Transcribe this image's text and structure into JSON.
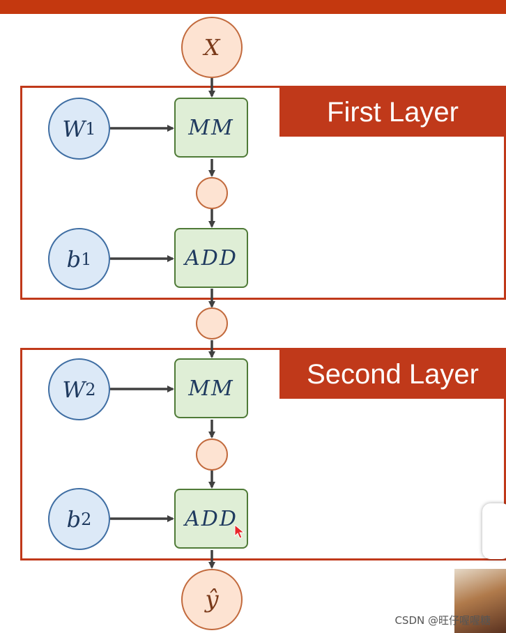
{
  "nodes": {
    "x": {
      "label": "X"
    },
    "w1": {
      "label": "W",
      "sub": "1"
    },
    "b1": {
      "label": "b",
      "sub": "1"
    },
    "w2": {
      "label": "W",
      "sub": "2"
    },
    "b2": {
      "label": "b",
      "sub": "2"
    },
    "yhat": {
      "label": "ŷ"
    }
  },
  "ops": {
    "mm1": "MM",
    "add1": "ADD",
    "mm2": "MM",
    "add2": "ADD"
  },
  "layers": {
    "first": "First Layer",
    "second": "Second Layer"
  },
  "watermark": "CSDN @旺仔喔喔糖",
  "colors": {
    "accent_red": "#c0391a",
    "node_orange": "#fde3d2",
    "node_blue": "#dce9f7",
    "op_green": "#dfeed6"
  }
}
